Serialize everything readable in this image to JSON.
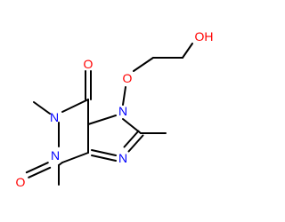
{
  "molecule": {
    "colors": {
      "bond": "#000000",
      "oxygen": "#ff0000",
      "nitrogen": "#0000ff"
    },
    "labels": {
      "o_carbonyl_top": "O",
      "o_carbonyl_bottom": "O",
      "o_ether": "O",
      "oh": "OH",
      "n1": "N",
      "n3": "N",
      "n7": "N",
      "n9": "N"
    }
  }
}
